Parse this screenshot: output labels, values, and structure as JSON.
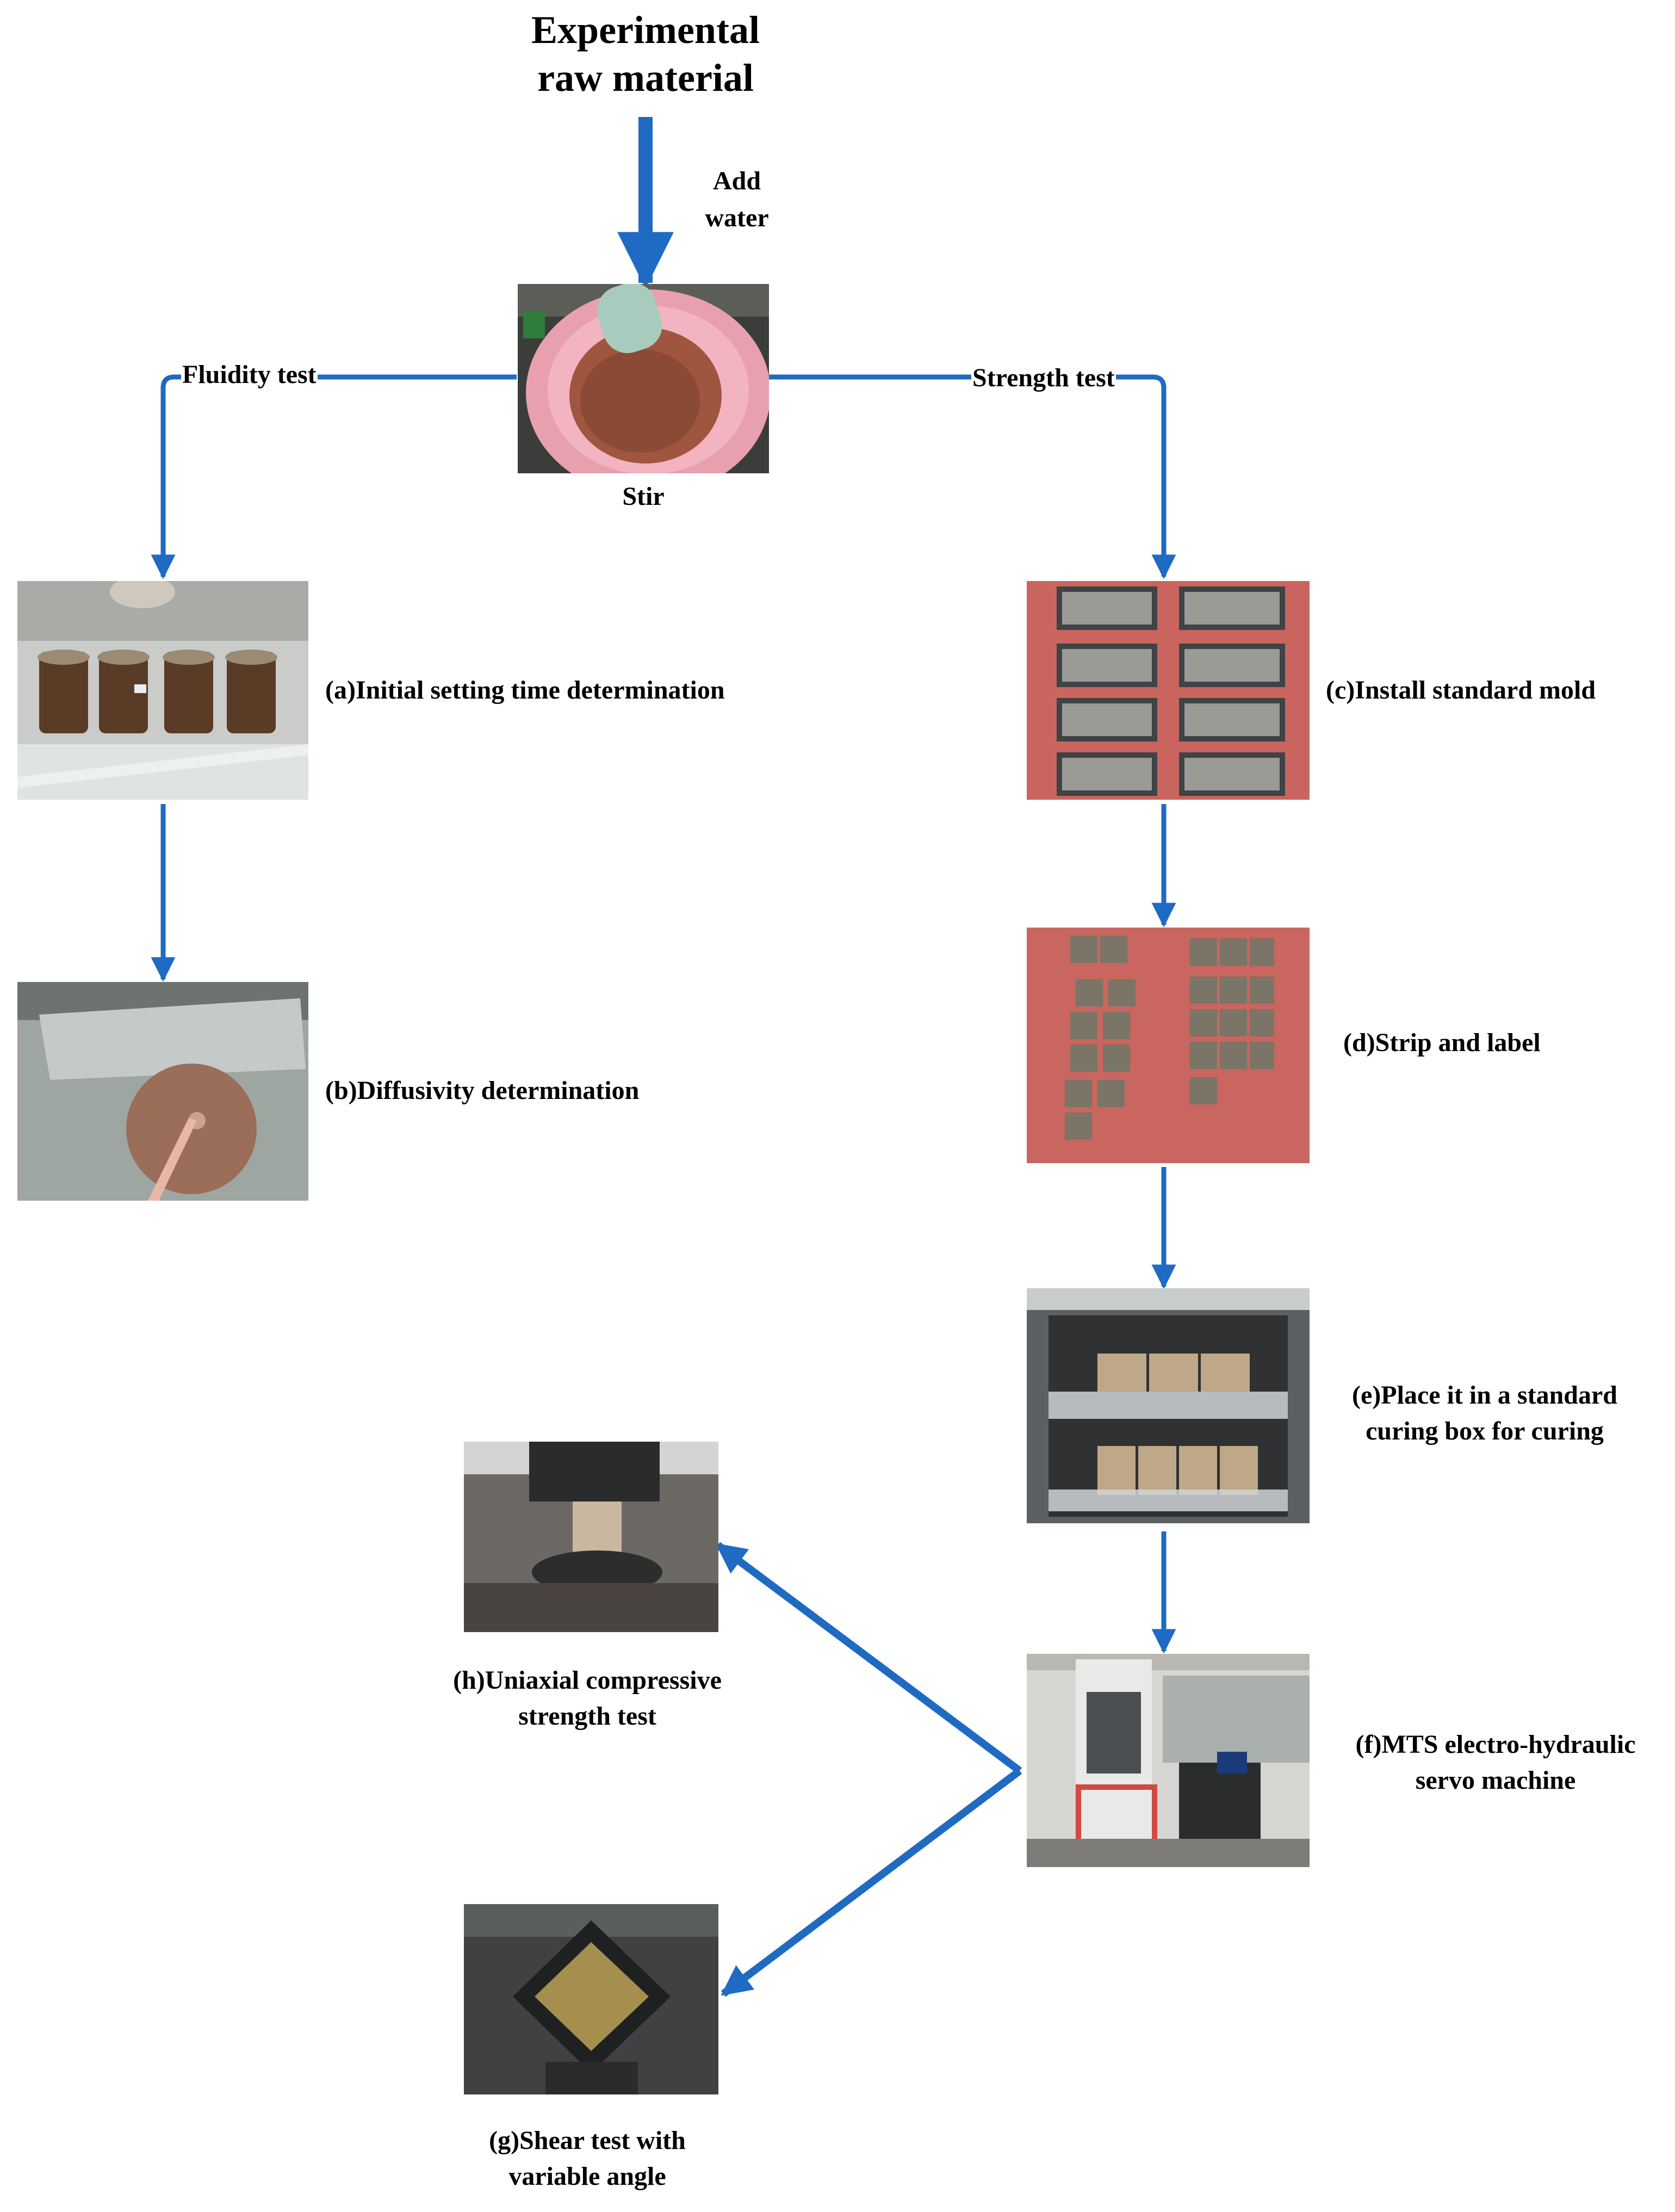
{
  "title_line1": "Experimental",
  "title_line2": "raw material",
  "add_line1": "Add",
  "add_line2": "water",
  "stir": "Stir",
  "fluidity": "Fluidity test",
  "strength": "Strength test",
  "a": "(a)Initial setting time determination",
  "b": "(b)Diffusivity determination",
  "c": "(c)Install standard mold",
  "d": "(d)Strip and label",
  "e_line1": "(e)Place it in a standard",
  "e_line2": "curing box for curing",
  "f_line1": "(f)MTS electro-hydraulic",
  "f_line2": "servo machine",
  "h_line1": "(h)Uniaxial compressive",
  "h_line2": "strength test",
  "g_line1": "(g)Shear test with",
  "g_line2": "variable angle",
  "colors": {
    "arrow": "#1f6ac2",
    "text": "#000000"
  }
}
